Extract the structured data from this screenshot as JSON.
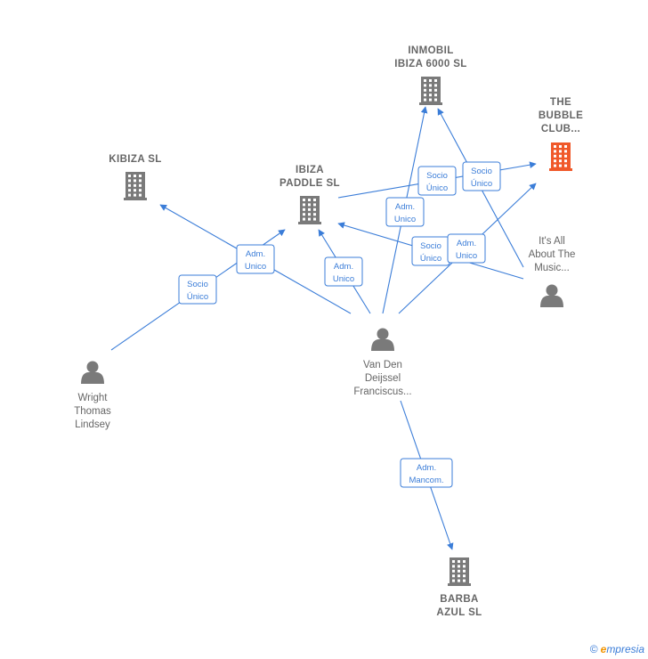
{
  "colors": {
    "edge": "#3b7dd8",
    "company": "#7a7a7a",
    "company_highlight": "#f0592a",
    "person": "#7a7a7a",
    "text": "#666666"
  },
  "companies": [
    {
      "id": "inmobil",
      "name": [
        "INMOBIL",
        "IBIZA 6000 SL"
      ],
      "highlight": false
    },
    {
      "id": "bubble",
      "name": [
        "THE",
        "BUBBLE",
        "CLUB..."
      ],
      "highlight": true
    },
    {
      "id": "kibiza",
      "name": [
        "KIBIZA  SL"
      ],
      "highlight": false
    },
    {
      "id": "paddle",
      "name": [
        "IBIZA",
        "PADDLE  SL"
      ],
      "highlight": false
    },
    {
      "id": "barba",
      "name": [
        "BARBA",
        "AZUL  SL"
      ],
      "highlight": false
    }
  ],
  "persons": [
    {
      "id": "vanden",
      "name": [
        "Van Den",
        "Deijssel",
        "Franciscus..."
      ]
    },
    {
      "id": "wright",
      "name": [
        "Wright",
        "Thomas",
        "Lindsey"
      ]
    },
    {
      "id": "itsall",
      "name": [
        "It's All",
        "About The",
        "Music..."
      ]
    }
  ],
  "edges": [
    {
      "id": "e1",
      "label": [
        "Adm.",
        "Unico"
      ]
    },
    {
      "id": "e2",
      "label": [
        "Socio",
        "Único"
      ]
    },
    {
      "id": "e3",
      "label": [
        "Adm.",
        "Unico"
      ]
    },
    {
      "id": "e4",
      "label": [
        "Adm.",
        "Unico"
      ]
    },
    {
      "id": "e5",
      "label": [
        "Socio",
        "Único"
      ]
    },
    {
      "id": "e6",
      "label": [
        "Socio",
        "Único"
      ]
    },
    {
      "id": "e7",
      "label": [
        "Socio",
        "Único"
      ]
    },
    {
      "id": "e8",
      "label": [
        "Adm.",
        "Unico"
      ]
    },
    {
      "id": "e9",
      "label": [
        "Adm.",
        "Mancom."
      ]
    }
  ],
  "footer": {
    "copyright": "©",
    "brand_first": "e",
    "brand_rest": "mpresia"
  }
}
